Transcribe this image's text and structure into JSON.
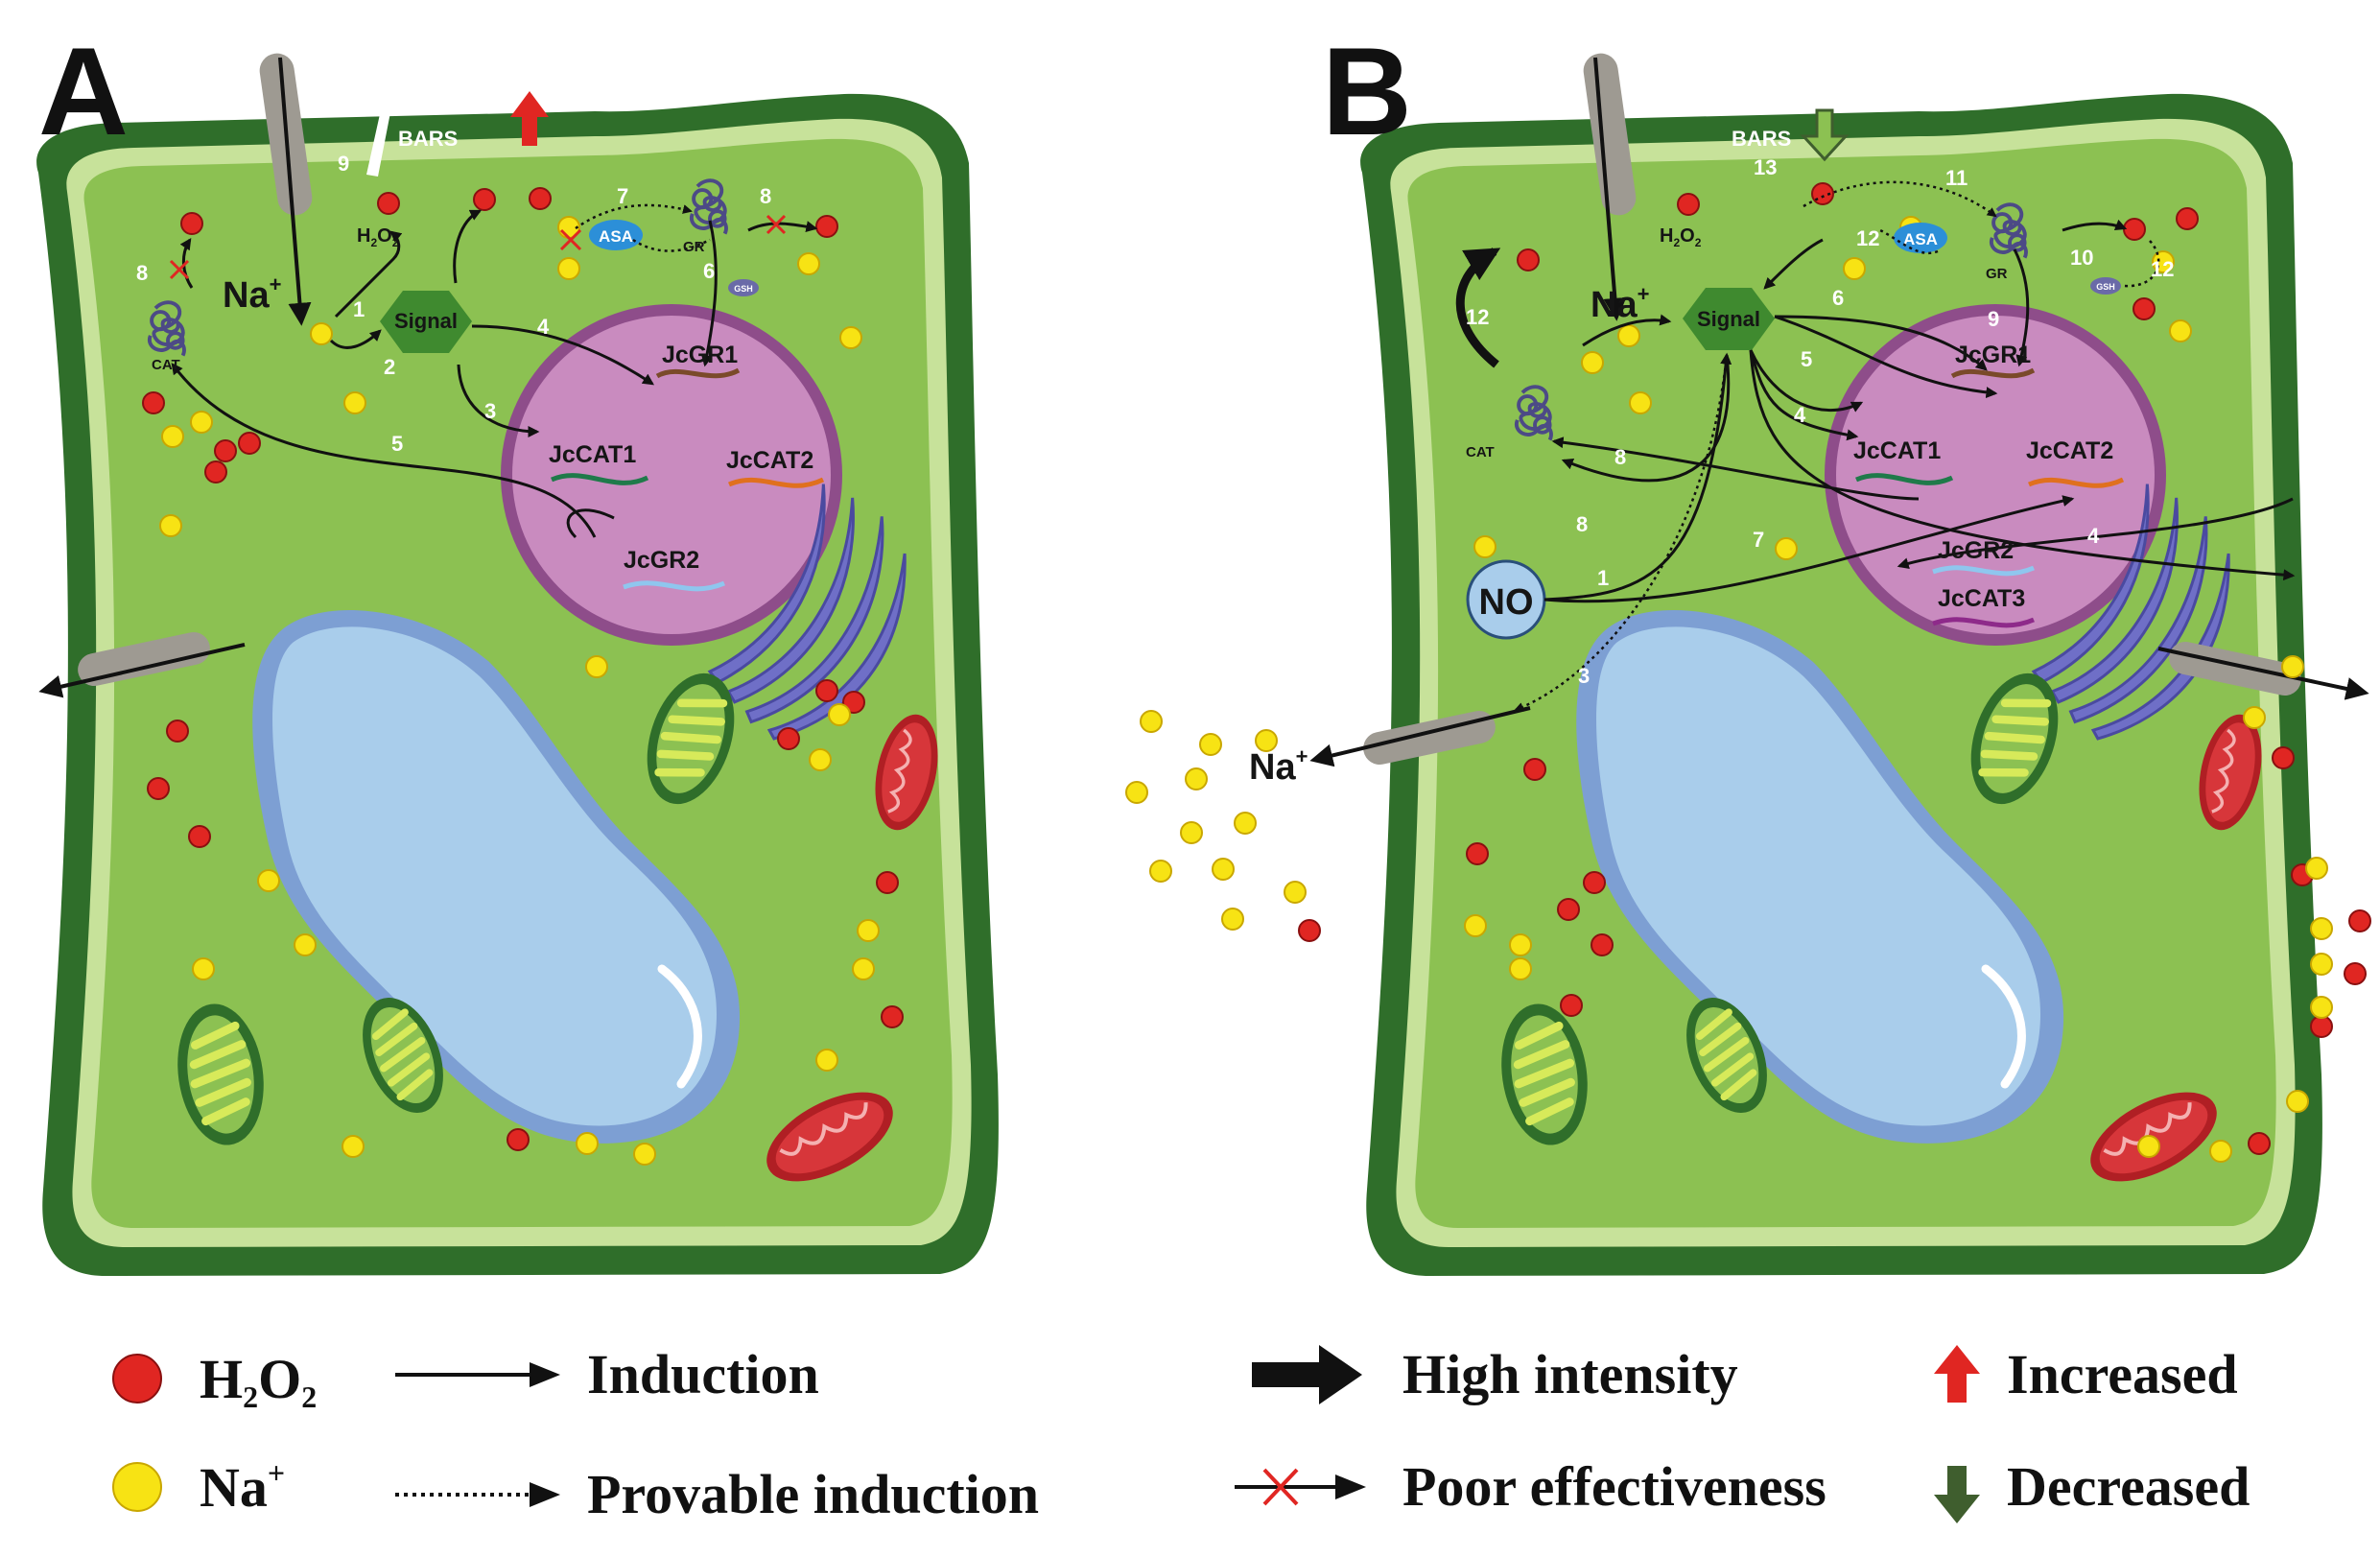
{
  "panels": {
    "a": {
      "letter": "A",
      "labels": {
        "bars": "BARS",
        "h2o2": "H",
        "h2o2_sub1": "2",
        "h2o2_o": "O",
        "h2o2_sub2": "2",
        "na": "Na",
        "na_sup": "+",
        "signal": "Signal",
        "asa": "ASA",
        "gr": "GR",
        "gsh": "GSH",
        "cat": "CAT",
        "jcgr1": "JcGR1",
        "jccat1": "JcCAT1",
        "jccat2": "JcCAT2",
        "jcgr2": "JcGR2"
      },
      "steps": [
        "1",
        "2",
        "3",
        "4",
        "5",
        "6",
        "7",
        "8",
        "8",
        "9"
      ]
    },
    "b": {
      "letter": "B",
      "labels": {
        "bars": "BARS",
        "h2o2": "H",
        "h2o2_sub1": "2",
        "h2o2_o": "O",
        "h2o2_sub2": "2",
        "na": "Na",
        "na_sup": "+",
        "signal": "Signal",
        "asa": "ASA",
        "gr": "GR",
        "gsh": "GSH",
        "cat": "CAT",
        "jcgr1": "JcGR1",
        "jccat1": "JcCAT1",
        "jccat2": "JcCAT2",
        "jcgr2": "JcGR2",
        "jccat3": "JcCAT3",
        "no": "NO",
        "na_out": "Na",
        "na_out_sup": "+"
      },
      "steps": [
        "1",
        "3",
        "4",
        "4",
        "5",
        "6",
        "7",
        "8",
        "8",
        "9",
        "10",
        "11",
        "12",
        "12",
        "12",
        "13"
      ]
    }
  },
  "legend": {
    "h2o2": {
      "main": "H",
      "sub1": "2",
      "o": "O",
      "sub2": "2"
    },
    "na": {
      "main": "Na",
      "sup": "+"
    },
    "induction": "Induction",
    "provable_induction": "Provable induction",
    "high_intensity": "High intensity",
    "poor_effectiveness": "Poor effectiveness",
    "increased": "Increased",
    "decreased": "Decreased"
  },
  "colors": {
    "cell_wall": "#2f6e2a",
    "cytoplasm": "#8cc152",
    "membrane": "#c7e29a",
    "nucleus": "#c98bbf",
    "vacuole": "#a9cdeb",
    "h2o2_dot": "#e02622",
    "na_dot": "#f7e314",
    "asa": "#2c8fd8",
    "no_bubble": "#a9cdeb",
    "increased_arrow": "#e02622",
    "decreased_arrow": "#3f5e2e"
  }
}
